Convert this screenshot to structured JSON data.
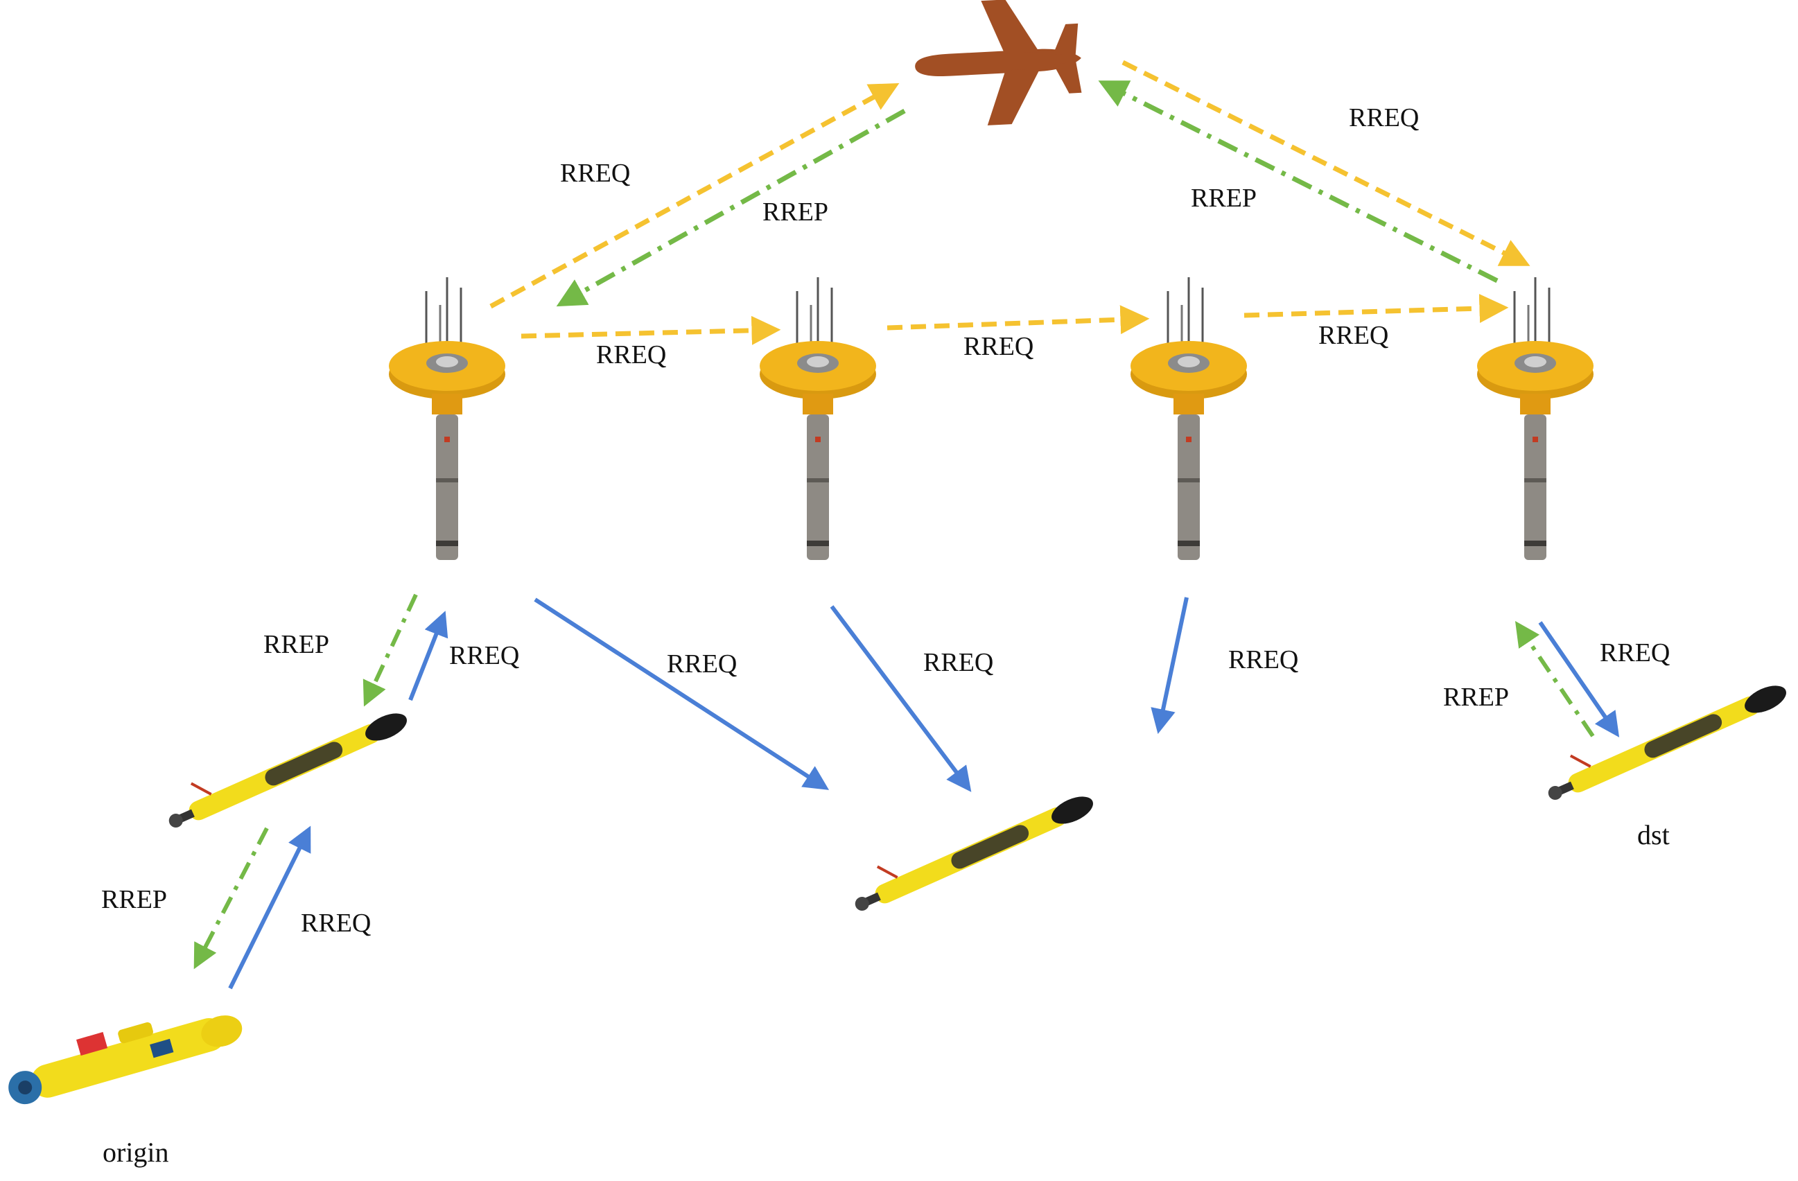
{
  "labels": {
    "rreq": "RREQ",
    "rrep": "RREP",
    "origin": "origin",
    "dst": "dst"
  },
  "colors": {
    "rreq_air": "#f5c230",
    "rrep_air": "#74b947",
    "rreq_water": "#4a7fd6",
    "rrep_water": "#74b947",
    "aircraft": "#a24f24",
    "buoy": "#f2b51c",
    "vehicle": "#f2dc1c"
  },
  "icons": {
    "aircraft": "airplane-icon",
    "buoy": "buoy-icon",
    "glider": "underwater-glider-icon",
    "auv": "auv-icon"
  }
}
